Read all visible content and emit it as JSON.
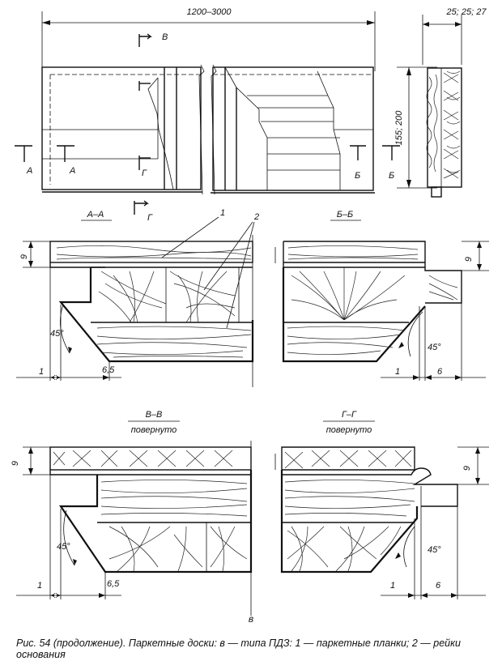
{
  "top_view": {
    "length_dim": "1200–3000",
    "thickness_dim": "25; 25; 27",
    "width_dim": "155; 200",
    "section_marks": {
      "v_top": "В",
      "a_left_outer": "А",
      "a_left_inner": "А",
      "g_inner": "Г",
      "g_bottom": "Г",
      "b_right_inner": "Б",
      "b_right_outer": "Б"
    }
  },
  "sections": {
    "aa": {
      "title": "А–А"
    },
    "bb": {
      "title": "Б–Б"
    },
    "vv": {
      "title": "В–В",
      "subtitle": "повернуто"
    },
    "gg": {
      "title": "Г–Г",
      "subtitle": "повернуто"
    }
  },
  "dimensions": {
    "top_left_9": "9",
    "top_right_9": "9",
    "top_angle_left": "45°",
    "top_angle_right": "45°",
    "top_left_1": "1",
    "top_left_65": "6,5",
    "top_right_1": "1",
    "top_right_6": "6",
    "bottom_left_9": "9",
    "bottom_right_9": "9",
    "bottom_angle_left": "45°",
    "bottom_angle_right": "45°",
    "bottom_left_1": "1",
    "bottom_left_65": "6,5",
    "bottom_right_1": "1",
    "bottom_right_6": "6"
  },
  "leaders": {
    "one": "1",
    "two": "2"
  },
  "figure_letter": "в",
  "caption": "Рис. 54 (продолжение). Паркетные доски: в — типа ПДЗ: 1 — паркетные планки; 2 — рейки основания"
}
